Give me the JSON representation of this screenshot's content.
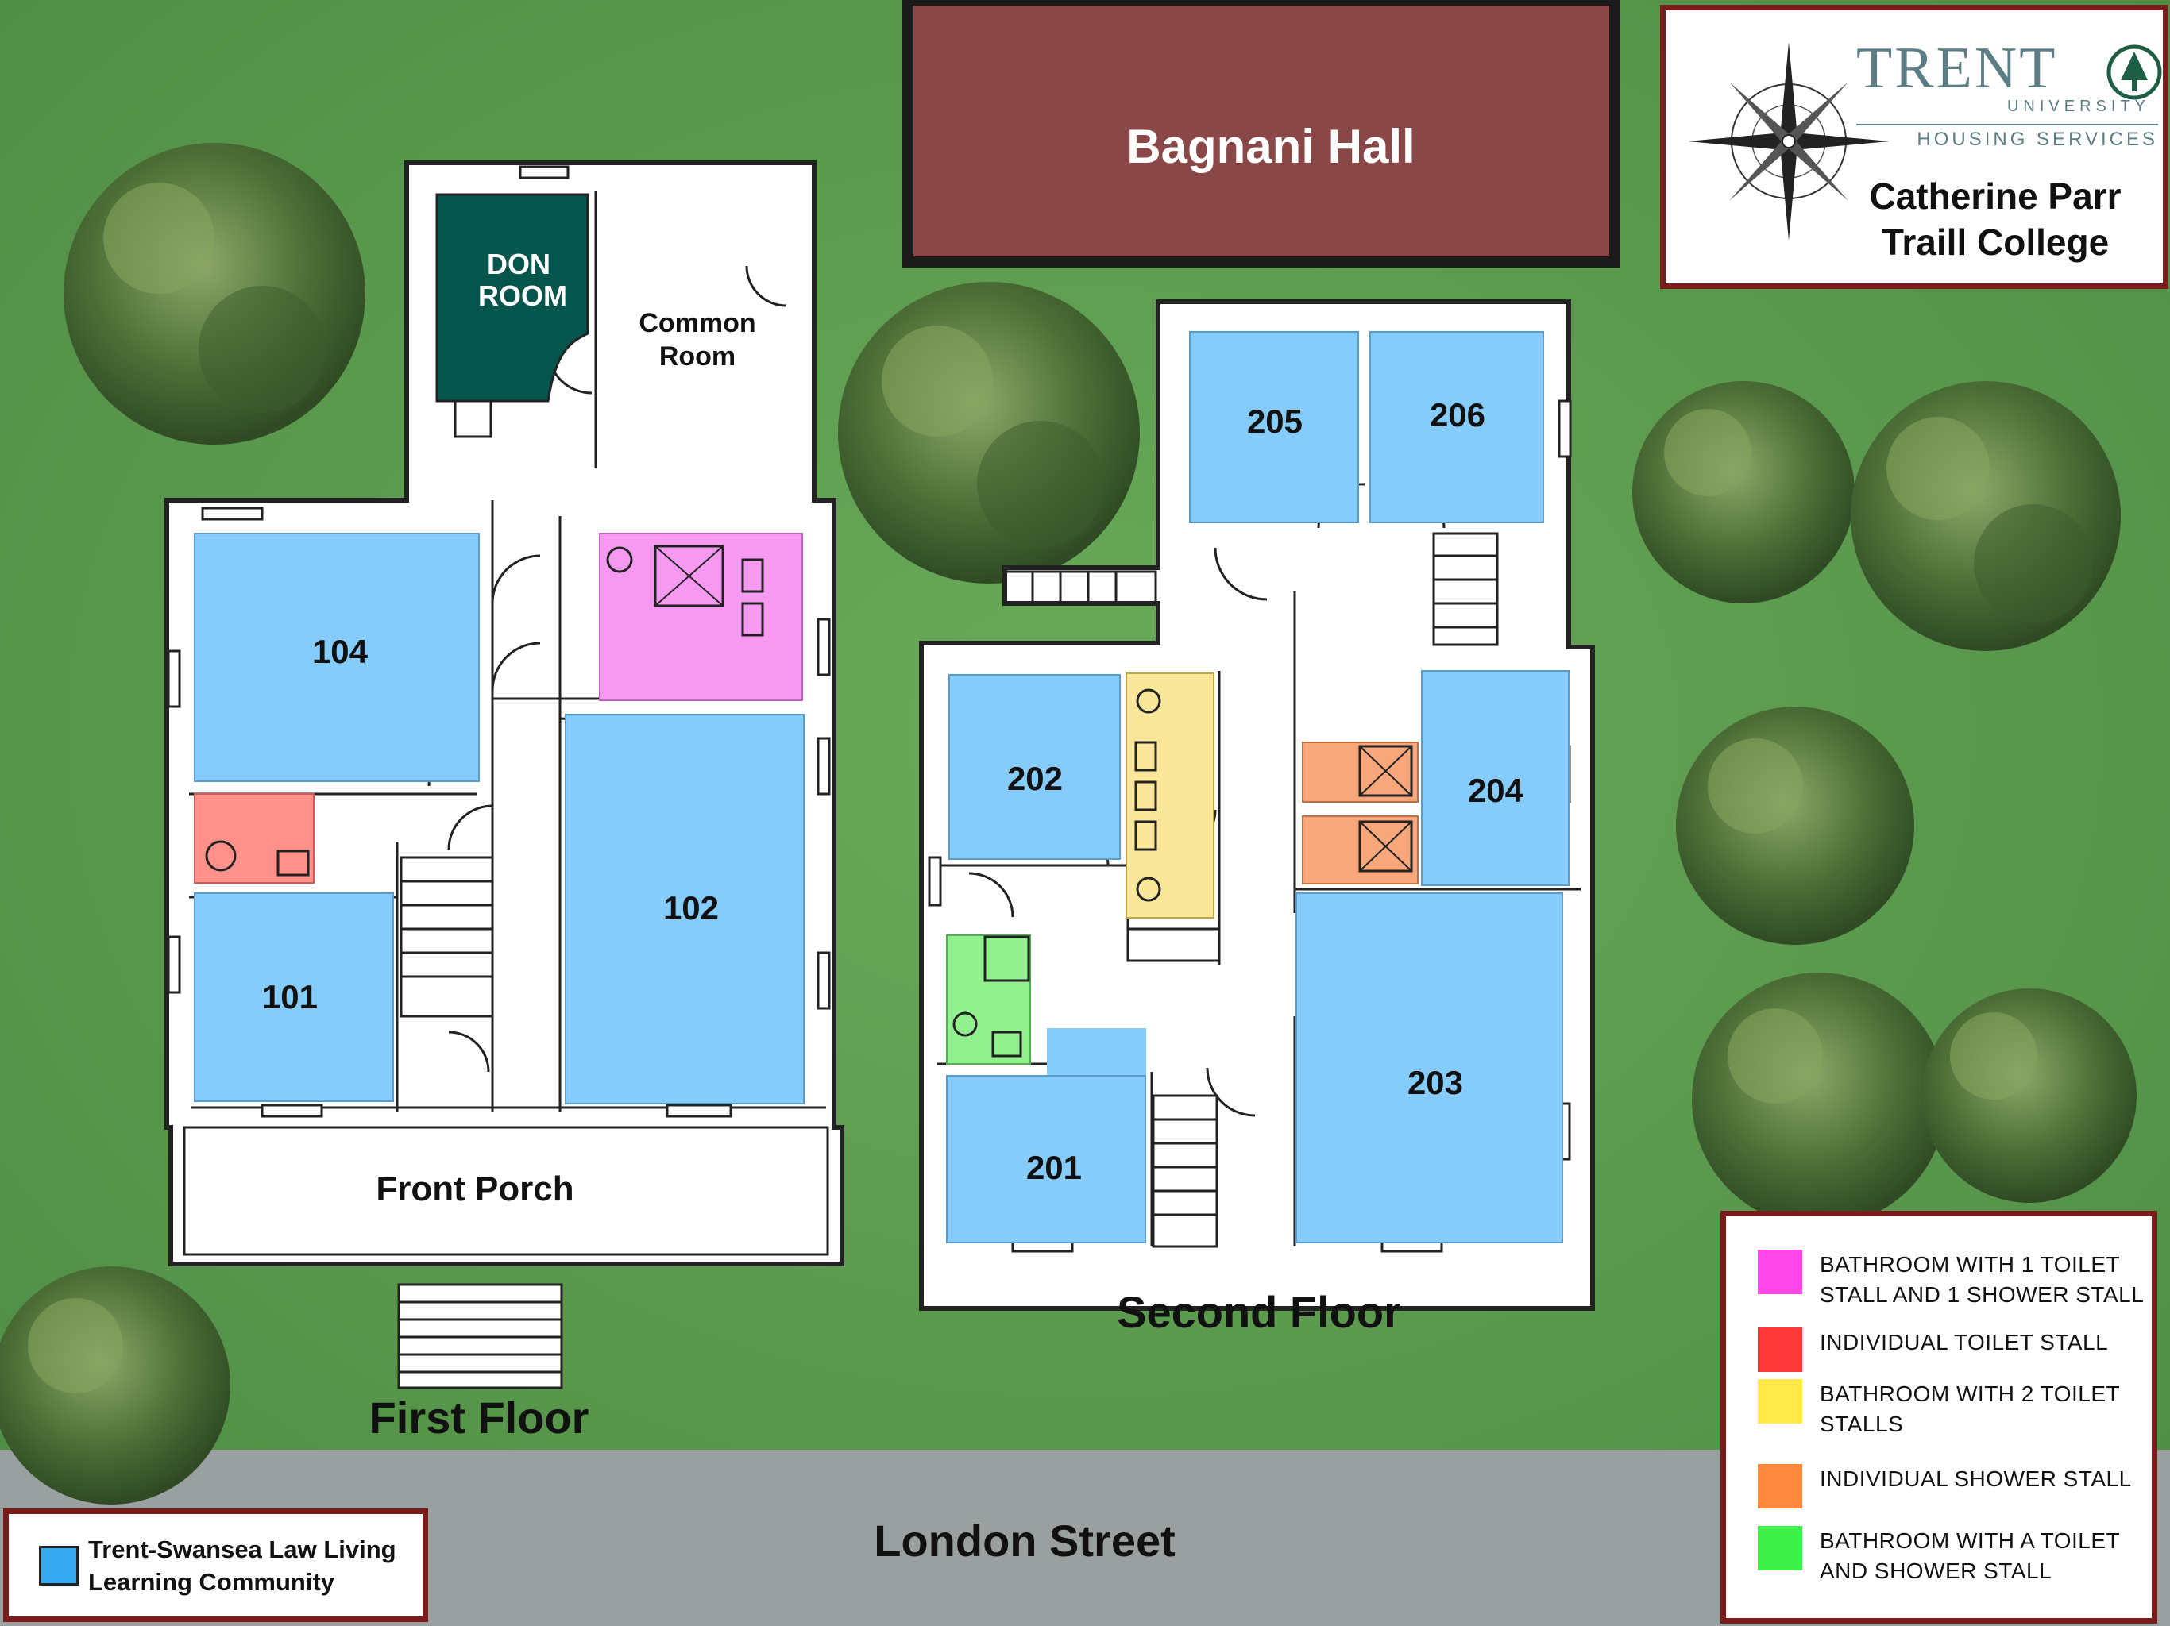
{
  "buildings": {
    "neighbour": "Bagnani Hall",
    "street": "London Street"
  },
  "floors": {
    "first": "First Floor",
    "second": "Second Floor"
  },
  "areas": {
    "front_porch": "Front Porch",
    "common_room": [
      "Common",
      "Room"
    ],
    "don_room": [
      "DON",
      "ROOM"
    ]
  },
  "rooms_first": [
    "104",
    "101",
    "102"
  ],
  "rooms_second": [
    "205",
    "206",
    "202",
    "204",
    "203",
    "201"
  ],
  "branding": {
    "logo_lettering": "TRENT UNIVERSITY HOUSING SERVICES",
    "logo_word": "TRENT",
    "logo_university": "UNIVERSITY",
    "logo_services": "HOUSING SERVICES",
    "college_line1": "Catherine Parr",
    "college_line2": "Traill College"
  },
  "legend_items": [
    {
      "color": "#ff47e8",
      "label": "BATHROOM WITH 1 TOILET STALL AND 1 SHOWER STALL"
    },
    {
      "color": "#ff3838",
      "label": "INDIVIDUAL TOILET STALL"
    },
    {
      "color": "#ffe94a",
      "label": "BATHROOM WITH 2 TOILET STALLS"
    },
    {
      "color": "#ff8a3d",
      "label": "INDIVIDUAL SHOWER STALL"
    },
    {
      "color": "#3ff04a",
      "label": "BATHROOM WITH A TOILET AND SHOWER STALL"
    }
  ],
  "community": {
    "color": "#36aaf0",
    "label": "Trent-Swansea Law Living Learning Community"
  },
  "colors": {
    "grass": "#5c9d4e",
    "road": "#9aa0a0",
    "bagnani": "#8a4748",
    "frame": "#7a1c1c",
    "room_blue": "#86ccfb",
    "don_green": "#06554c",
    "pink_bath": "#f59af0",
    "red_stall": "#ff908a",
    "yellow_bath": "#fbe79a",
    "orange_shower": "#f8a77b",
    "green_bath": "#93f08e"
  }
}
